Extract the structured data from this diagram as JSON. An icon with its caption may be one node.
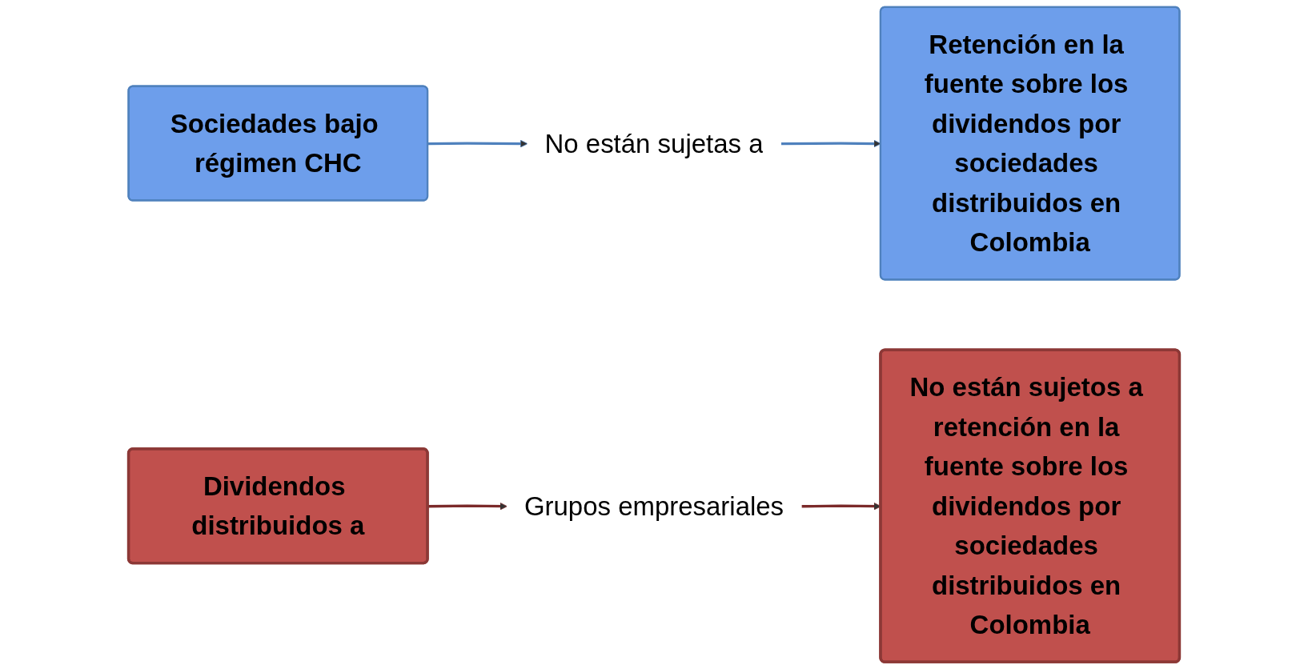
{
  "diagram": {
    "nodes": [
      {
        "text": [
          "Sociedades bajo régimen CHC"
        ]
      },
      {
        "text": [
          "No están sujetas a"
        ]
      },
      {
        "text": [
          "Retención en la fuente sobre los dividendos por sociedades distribuidos en Colombia"
        ]
      },
      {
        "text": [
          "Dividendos distribuidos a"
        ]
      },
      {
        "text": [
          "Grupos empresariales"
        ]
      },
      {
        "text": [
          "No están sujetos a retención en la fuente sobre los dividendos por sociedades distribuidos en Colombia"
        ]
      }
    ],
    "edges": [
      {
        "from": 0,
        "to": 1,
        "arrow": "to",
        "color": "#4f81bd"
      },
      {
        "from": 1,
        "to": 2,
        "arrow": "to",
        "color": "#4f81bd"
      },
      {
        "from": 3,
        "to": 4,
        "arrow": "to",
        "color": "#7b2a2a"
      },
      {
        "from": 4,
        "to": 5,
        "arrow": "to",
        "color": "#7b2a2a"
      }
    ]
  }
}
